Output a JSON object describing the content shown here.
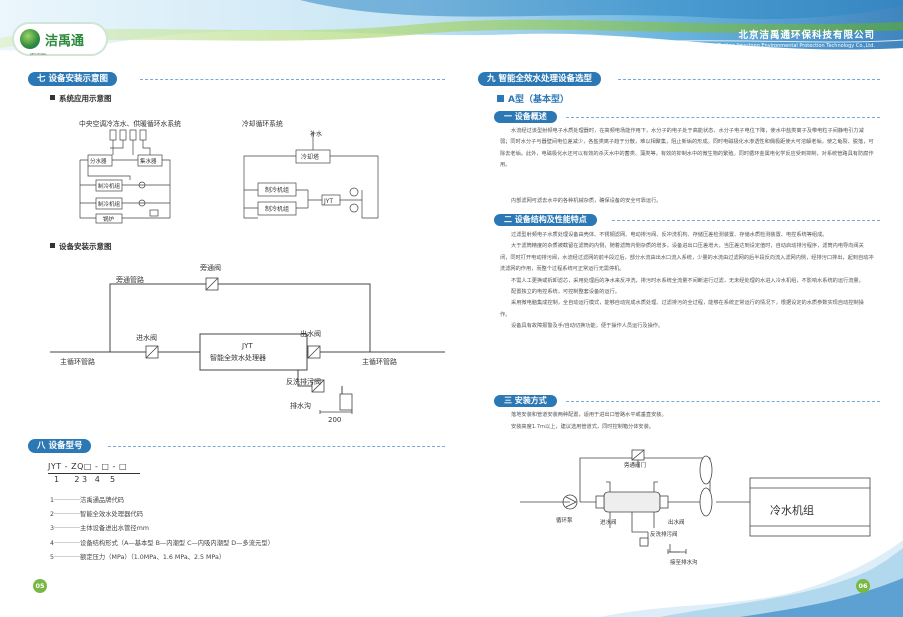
{
  "header": {
    "brand": "洁禹通",
    "brand_sub": "JIEYUTONG",
    "company_cn": "北京洁禹通环保科技有限公司",
    "company_en": "Beijing Jieyutong Environmental Protection Technology Co.,Ltd."
  },
  "left": {
    "section7": "七 设备安装示意图",
    "sub_system": "系统应用示意图",
    "sys1_title": "中央空调冷冻水、供暖循环水系统",
    "sys2_title": "冷却循环系统",
    "sys1_labels": {
      "dist": "分水器",
      "collect": "集水器",
      "chiller1": "制冷机组",
      "chiller2": "制冷机组",
      "boiler": "锅炉",
      "pump": "泵"
    },
    "sys2_labels": {
      "makeup": "补水",
      "tower": "冷却塔",
      "chiller1": "制冷机组",
      "chiller2": "制冷机组",
      "device": "JYT"
    },
    "sub_install": "设备安装示意图",
    "install": {
      "bypass_pipe": "旁通管路",
      "bypass_valve": "旁通阀",
      "inlet_valve": "进水阀",
      "device_line1": "JYT",
      "device_line2": "智能全效水处理器",
      "outlet_valve": "出水阀",
      "main_left": "主循环管路",
      "main_right": "主循环管路",
      "backwash_valve": "反洗排污阀",
      "drain": "排水沟",
      "dim": "200"
    },
    "section8": "八 设备型号",
    "model_code": "JYT - ZQ□ - □ - □",
    "model_nums": "1      2 3   4    5",
    "legend": [
      "1·············洁禹通品牌代码",
      "2·············智能全效水处理器代码",
      "3·············主体设备进出水管径mm",
      "4·············设备结构形式（A—基本型 B—内潮型 C—内吸内潮型 D—多流元型）",
      "5·············额定压力（MPa）（1.0MPa、1.6 MPa、2.5 MPa）"
    ],
    "page_number": "05"
  },
  "right": {
    "section9": "九 智能全效水处理设备选型",
    "a_type": "A型（基本型）",
    "tag1": "一 设备概述",
    "para1": "水流经过该型射频电子水质处理器时，在高频电场能作用下，水分子的电子处于高能状态，水分子电子电位下降，使水中盐类离子及带电粒子间静电引力减弱；同时水分子与器壁间电位差减少，各盐类离子趋于分散，难以相聚集，阻止新垢的形成。同时电磁极化水渗透性和偶极距使大可溶解老垢，使之龟裂、脱落，可除去老垢。此外，电磁极化水还可以有效的杀灭水中的菌类、藻类等，有效的抑制水中的微生物的繁殖。同时循环金属电化学反应受到抑制，对系统管路具有防腐作用。",
    "para1b": "内部滤网可滤去水中的各种机械杂质，确保设备的安全可靠运行。",
    "tag2": "二 设备结构及性能特点",
    "para2": [
      "过滤型射频电子水质处理设备由壳体、不锈钢滤网、电动排污阀、反冲洗机构、存储压差检测装置、存储水质检测装置、电控系统等组成。",
      "大于滤筒精度的杂质被截留在滤筒的内侧，随着滤筒内侧杂质的增多，设备进出口压差增大，当压差达到设定值时，自动启动排污程序，滤筒内电导向阀关闭，同时打开电动排污阀，水流经过滤网的前半段过后，部分水流由出水口流入系统，少量的水流由过滤网的后半段反向流入滤网内侧，经排污口排出，起到自动冲洗滤网的作用，而整个过程系统可正常运行无需停机。",
      "不需人工更换或拆卸滤芯，采用处理后的净水来反冲洗，排污时水系统全流量不间断进行过滤，无未经处理的水进入冷水机组，不影响水系统的运行流量。",
      "配置独立的电控系统，可控制整套设备的运行。",
      "采用微电脑集成控制，全自动运行模式，能够自动完成水质处理、过滤排污的全过程，能够在系统正常运行的情况下，根据设定的水质参数实现自动控制操作。",
      "设备具有故障报警及手/自动切换功能，便于操作人员运行及操作。"
    ],
    "tag3": "三 安装方式",
    "para3": [
      "落地安装和管道安装两种配置，适用于进出口管路水平或垂直安装。",
      "安装高度1.7m以上，建议选用管道式，同时控制箱分体安装。"
    ],
    "diagram": {
      "bypass_valve": "旁通阀门",
      "pump": "循环泵",
      "inlet": "进水阀",
      "outlet": "出水阀",
      "backwash": "反洗排污阀",
      "chiller": "冷水机组",
      "drain": "接至排水沟"
    },
    "page_number": "06"
  }
}
